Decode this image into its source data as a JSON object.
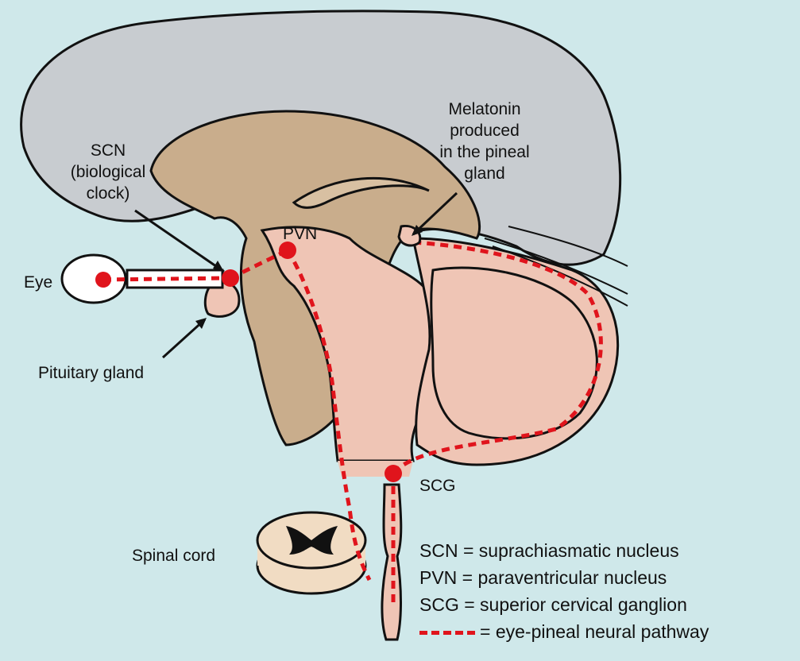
{
  "labels": {
    "scn": [
      "SCN",
      "(biological",
      "clock)"
    ],
    "melatonin": [
      "Melatonin",
      "produced",
      "in the pineal",
      "gland"
    ],
    "pvn": "PVN",
    "eye": "Eye",
    "pituitary": "Pituitary gland",
    "scg": "SCG",
    "spinal_cord": "Spinal cord"
  },
  "legend": {
    "rows": [
      "SCN = suprachiasmatic nucleus",
      "PVN = paraventricular nucleus",
      "SCG = superior cervical ganglion"
    ],
    "pathway": "= eye-pineal neural pathway"
  },
  "colors": {
    "background": "#cfe8ea",
    "cortex": "#c8ccd0",
    "inner_brain": "#c9ad8c",
    "brainstem": "#efc5b5",
    "pathway": "#e0141c",
    "outline": "#111111"
  }
}
